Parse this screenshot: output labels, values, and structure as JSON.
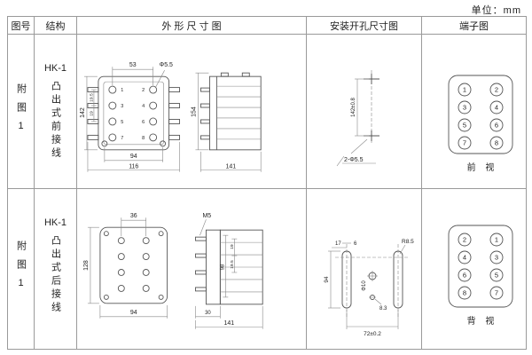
{
  "unit": "单位：mm",
  "table": {
    "headers": [
      "图号",
      "结构",
      "外 形 尺 寸 图",
      "安装开孔尺寸图",
      "端子图"
    ]
  },
  "rows": [
    {
      "fig_no": "附图1",
      "model": "HK-1",
      "structure": "凸出式前接线",
      "outline": {
        "top_width": "53",
        "hole_dia": "Φ5.5",
        "height": "142",
        "pitch_a": "19.5",
        "pitch_b": "19",
        "inner_width": "94",
        "overall_width": "116",
        "side_height": "154",
        "side_depth": "141"
      },
      "panel_terminals": [
        [
          "1",
          "2"
        ],
        [
          "3",
          "4"
        ],
        [
          "5",
          "6"
        ],
        [
          "7",
          "8"
        ]
      ],
      "mounting": {
        "vertical_pitch": "142±0.8",
        "holes_note": "2-Φ5.5"
      },
      "terminal": {
        "pairs": [
          [
            "1",
            "2"
          ],
          [
            "3",
            "4"
          ],
          [
            "5",
            "6"
          ],
          [
            "7",
            "8"
          ]
        ],
        "view_label": "前 视"
      }
    },
    {
      "fig_no": "附图1",
      "model": "HK-1",
      "structure": "凸出式后接线",
      "outline": {
        "top_width": "36",
        "screw_spec": "M5",
        "height": "128",
        "stud_span": "98",
        "pitch_a": "19",
        "pitch_b": "19.5",
        "inner_width": "94",
        "block_depth": "30",
        "side_depth": "141"
      },
      "mounting": {
        "top_offset": "17",
        "slot_width": "6",
        "slot_radius": "R8.5",
        "slot_length": "94",
        "hole_dia": "Φ10",
        "hole_offset": "8.3",
        "horizontal_pitch": "72±0.2"
      },
      "terminal": {
        "pairs": [
          [
            "2",
            "1"
          ],
          [
            "4",
            "3"
          ],
          [
            "6",
            "5"
          ],
          [
            "8",
            "7"
          ]
        ],
        "view_label": "背 视"
      }
    }
  ]
}
